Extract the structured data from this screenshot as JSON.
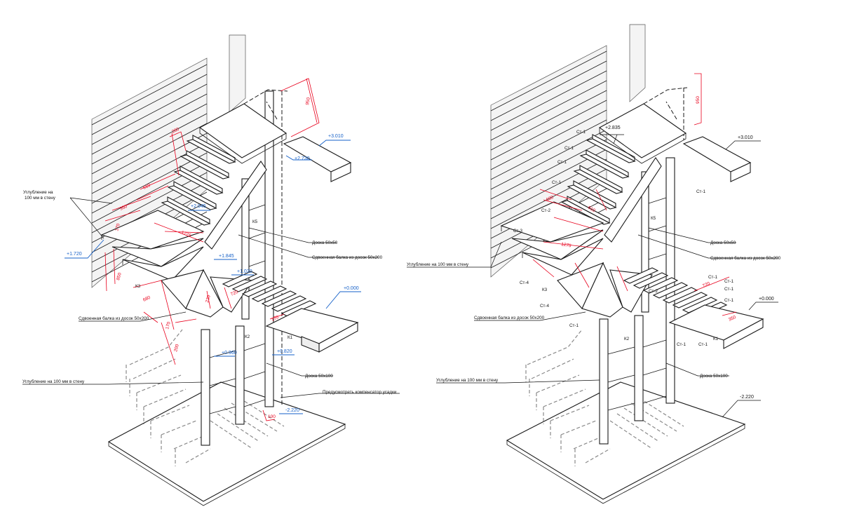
{
  "left_panel": {
    "notes": {
      "wall_recess_top": [
        "Углубление на",
        "100 мм в стену"
      ],
      "wall_recess_bottom": "Углубление на 100 мм в стену",
      "board_50x50": "Доска 50х50",
      "beam_top": "Сдвоенная балка из досок 50х200",
      "beam_bottom": "Сдвоенная балка из досок 50х200",
      "board_50x100": "Доска 50х100",
      "shrink_comp": "Предусмотреть компенсатор усадки"
    },
    "levels": {
      "l3010": "+3.010",
      "l2730": "+2.730",
      "l2045": "+2.045",
      "l1720": "+1.720",
      "l1845": "+1.845",
      "l1020": "+1.020",
      "l0000": "+0.000",
      "l0960": "+0.960",
      "l0820": "+0.820",
      "lm2220": "-2.220"
    },
    "marks": {
      "k5": "К5",
      "k3": "К3",
      "k2": "К2",
      "k1": "К1"
    },
    "dims": {
      "d950": "950",
      "d280": "280",
      "d610": "610",
      "d350": "350",
      "d170": "170",
      "d1225": "1225",
      "d850": "850",
      "d680": "680",
      "d170b": "170",
      "d200": "200",
      "d720": "720",
      "d230": "230",
      "d170c": "170",
      "d100": "100"
    }
  },
  "right_panel": {
    "notes": {
      "wall_recess_top": "Углубление на 100 мм в стену",
      "wall_recess_bottom": "Углубление на 100 мм в стену",
      "board_50x50": "Доска 50х50",
      "beam_top": "Сдвоенная балка из досок 50х200",
      "beam_bottom": "Сдвоенная балка из досок 50х200",
      "board_50x100": "Доска 50х100"
    },
    "levels": {
      "l3010": "+3.010",
      "l2835": "+2.835",
      "l0000": "+0.000",
      "lm2220": "-2.220"
    },
    "marks": {
      "st1a": "Ст-1",
      "st1b": "Ст-1",
      "st1c": "Ст-1",
      "st1d": "Ст-1",
      "st1e": "Ст-1",
      "st1f": "Ст-1",
      "st1g": "Ст-1",
      "st1h": "Ст-1",
      "st1i": "Ст-1",
      "st1j": "Ст-1",
      "st1k": "Ст-1",
      "st1l": "Ст-1",
      "st2a": "Ст-2",
      "st2b": "Ст-2",
      "st3": "Ст-3",
      "st4a": "Ст-4",
      "st4b": "Ст-4",
      "k5": "К5",
      "k3": "К3",
      "k2": "К2",
      "k1": "К1"
    },
    "dims": {
      "d950": "950",
      "d680": "680",
      "d610": "610",
      "d1275": "1275",
      "d350": "350",
      "d720": "720"
    }
  }
}
